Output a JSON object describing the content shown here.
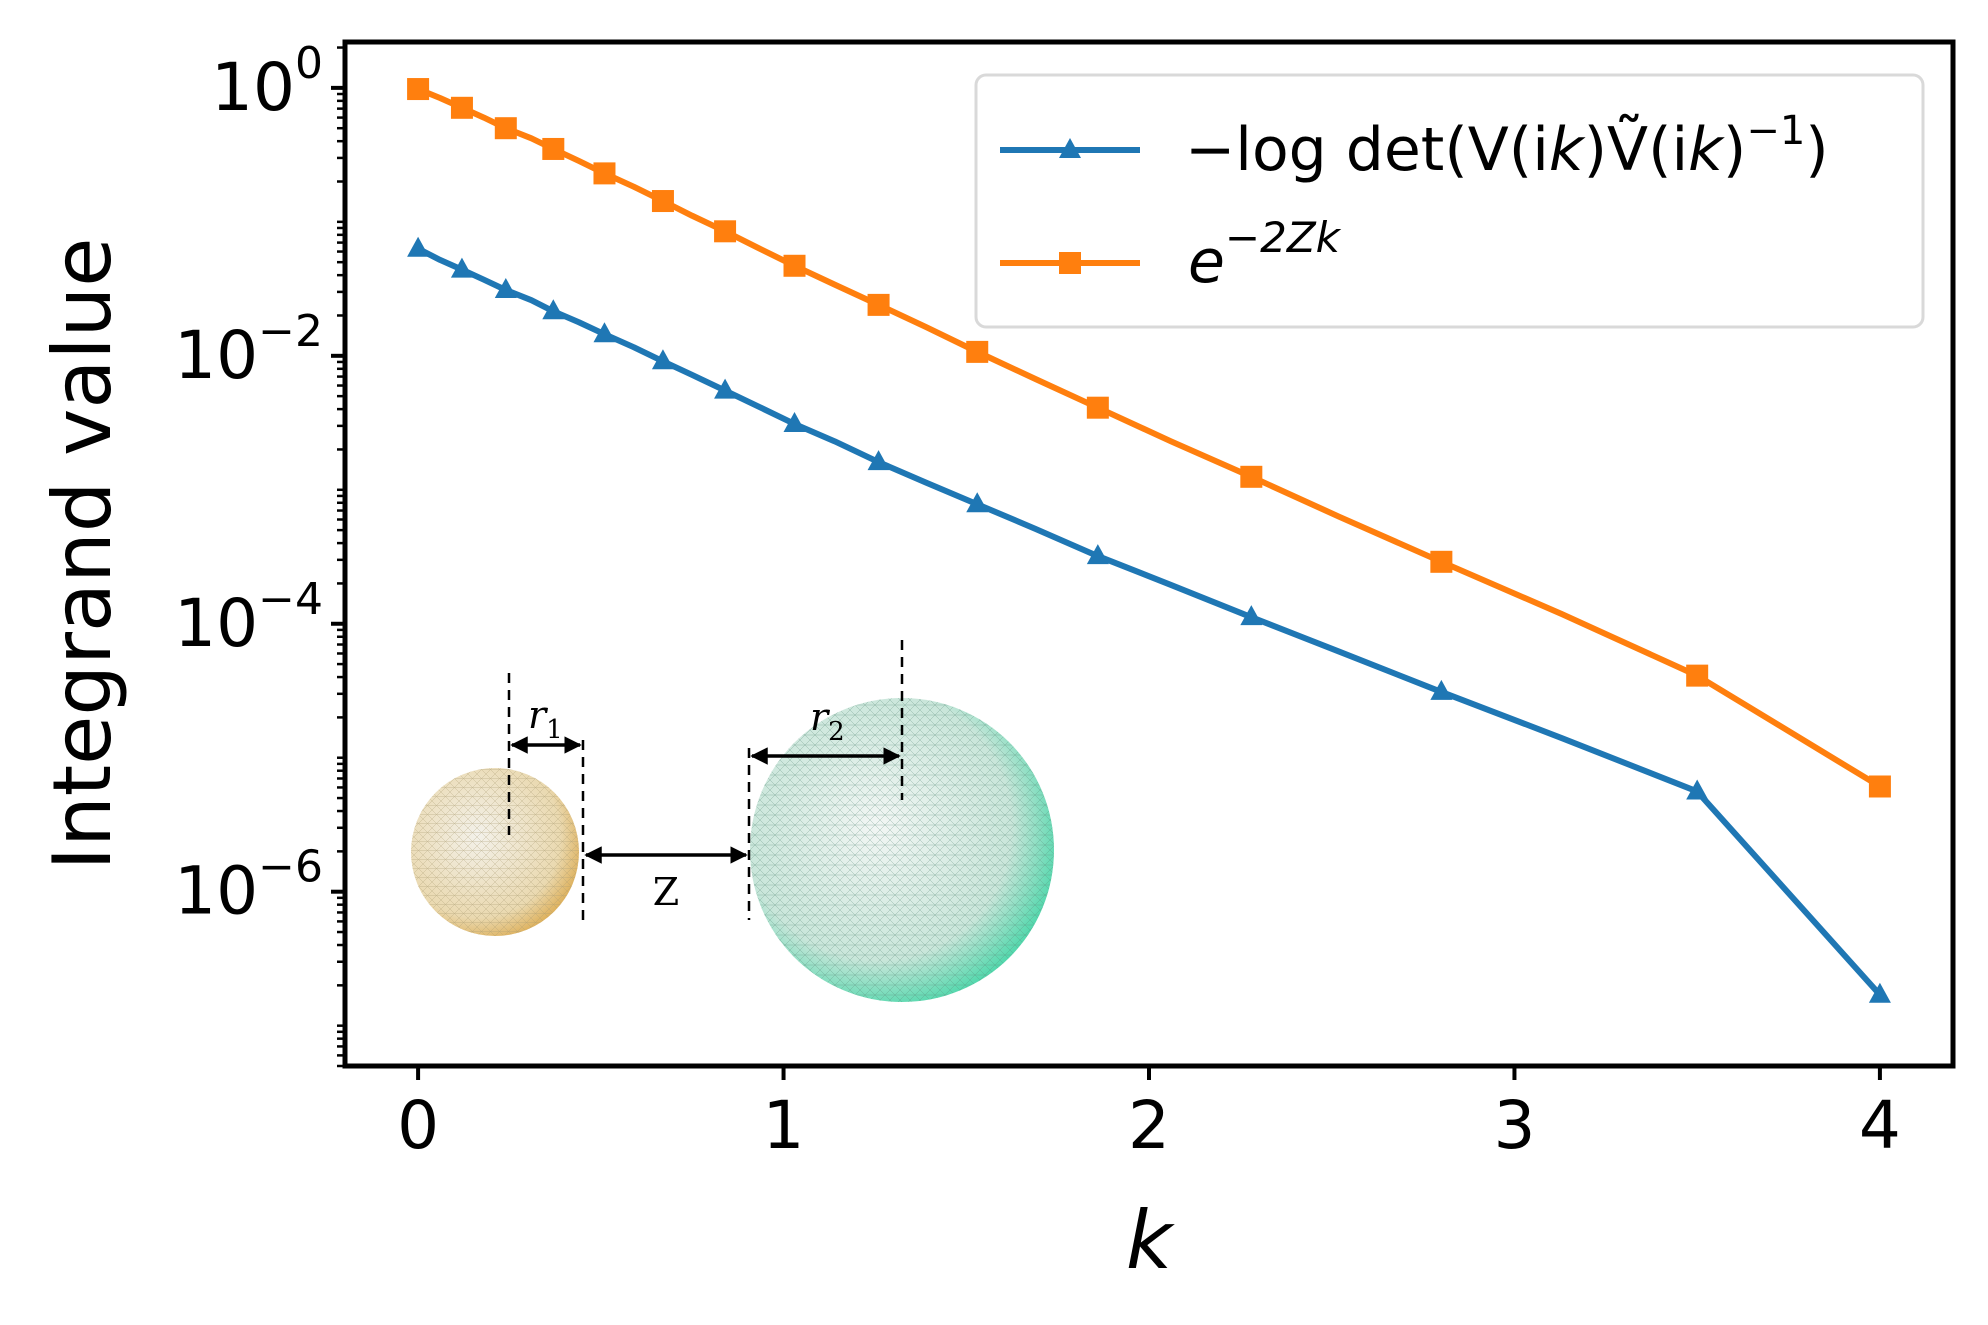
{
  "chart_data": {
    "type": "line",
    "xlabel": "k",
    "ylabel": "Integrand value",
    "xlim": [
      -0.2,
      4.2
    ],
    "ylim": [
      5e-08,
      2.2
    ],
    "y_scale": "log",
    "grid": false,
    "legend_position": "top-right",
    "x_ticks": [
      0,
      1,
      2,
      3,
      4
    ],
    "x_tick_labels": [
      "0",
      "1",
      "2",
      "3",
      "4"
    ],
    "y_ticks": [
      1,
      0.01,
      0.0001,
      1e-06
    ],
    "y_tick_labels": [
      {
        "base": "10",
        "exp": "0"
      },
      {
        "base": "10",
        "exp": "−2"
      },
      {
        "base": "10",
        "exp": "−4"
      },
      {
        "base": "10",
        "exp": "−6"
      }
    ],
    "series": [
      {
        "name": "−log det(V(ik)Ṽ(ik)⁻¹)",
        "legend": {
          "prefix": "−log det(V(i",
          "var1": "k",
          "mid": ")Ṽ(i",
          "var2": "k",
          "close": ")",
          "sup": "−1",
          "end": ")"
        },
        "color": "#1f77b4",
        "marker": "triangle",
        "x": [
          0.0,
          0.06,
          0.12,
          0.18,
          0.24,
          0.31,
          0.37,
          0.44,
          0.51,
          0.59,
          0.67,
          0.75,
          0.84,
          0.93,
          1.03,
          1.14,
          1.26,
          1.39,
          1.53,
          1.69,
          1.86,
          2.06,
          2.28,
          2.52,
          2.8,
          3.13,
          3.5,
          4.0
        ],
        "y": [
          0.063,
          0.052,
          0.044,
          0.037,
          0.031,
          0.026,
          0.0215,
          0.0178,
          0.0145,
          0.0116,
          0.0091,
          0.0072,
          0.0055,
          0.0042,
          0.0031,
          0.0023,
          0.00161,
          0.00113,
          0.00078,
          0.00051,
          0.00032,
          0.000195,
          0.000112,
          6.2e-05,
          3.1e-05,
          1.4e-05,
          5.6e-06,
          1.7e-07
        ]
      },
      {
        "name": "e^{−2Zk}",
        "legend": {
          "base": "e",
          "sup": "−2Zk"
        },
        "color": "#ff7f0e",
        "marker": "square",
        "x": [
          0.0,
          0.06,
          0.12,
          0.18,
          0.24,
          0.31,
          0.37,
          0.44,
          0.51,
          0.59,
          0.67,
          0.75,
          0.84,
          0.93,
          1.03,
          1.14,
          1.26,
          1.39,
          1.53,
          1.69,
          1.86,
          2.06,
          2.28,
          2.52,
          2.8,
          3.13,
          3.5,
          4.0
        ],
        "y": [
          0.98,
          0.84,
          0.71,
          0.6,
          0.5,
          0.42,
          0.35,
          0.285,
          0.23,
          0.183,
          0.143,
          0.111,
          0.085,
          0.064,
          0.047,
          0.034,
          0.024,
          0.0164,
          0.0107,
          0.0067,
          0.0041,
          0.0023,
          0.00125,
          0.00063,
          0.00029,
          0.000118,
          4.1e-05,
          6.1e-06
        ]
      }
    ],
    "marker_indices": [
      0,
      2,
      4,
      6,
      8,
      10,
      12,
      14,
      16,
      18,
      20,
      22,
      24,
      26,
      27
    ]
  },
  "inset": {
    "sphere1_label": {
      "base": "r",
      "sub": "1"
    },
    "sphere2_label": {
      "base": "r",
      "sub": "2"
    },
    "gap_label": "Z",
    "sphere1_color": "#e8b04a",
    "sphere2_color": "#2fd09a"
  }
}
